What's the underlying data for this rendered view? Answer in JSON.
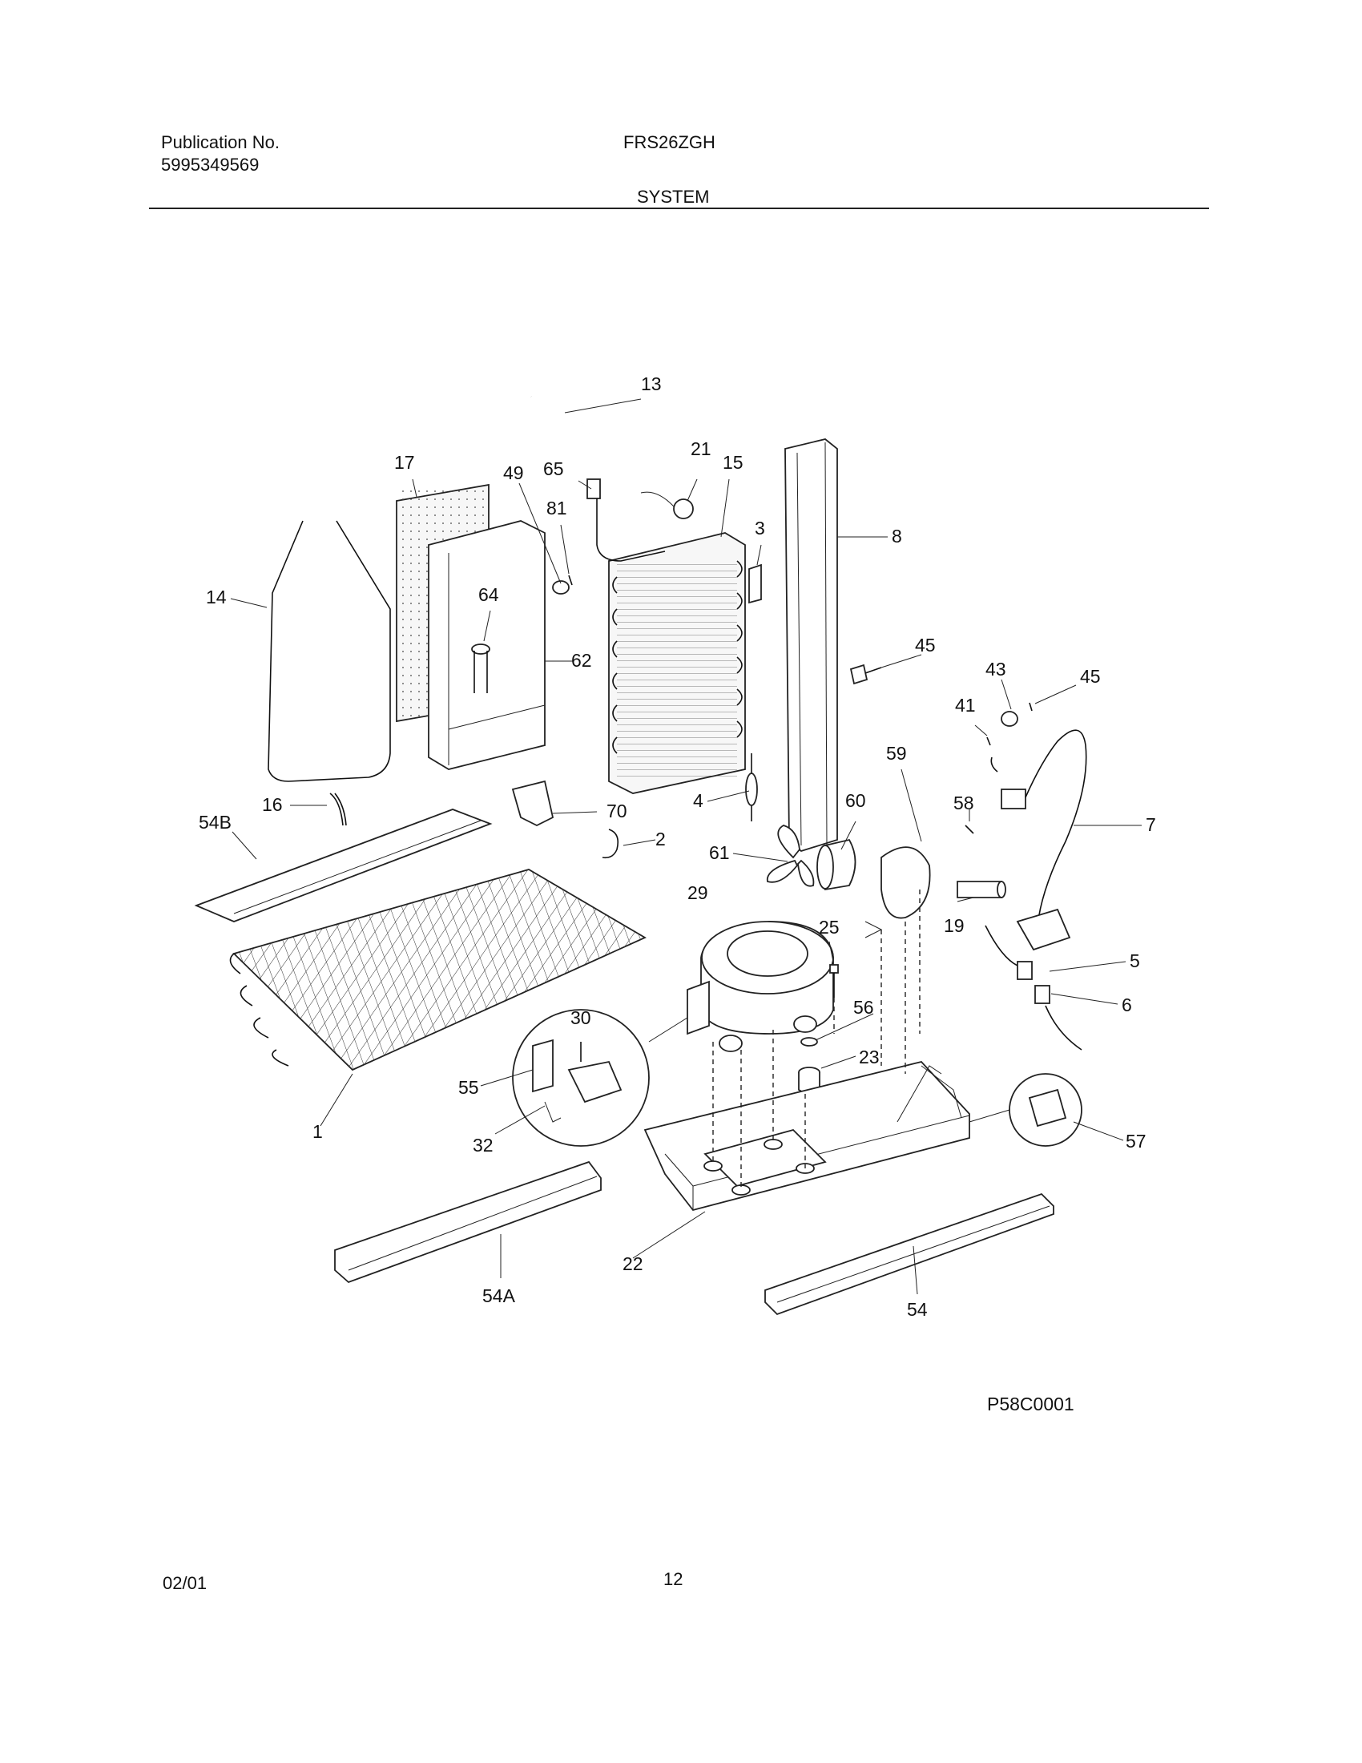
{
  "header": {
    "publication_label": "Publication No.",
    "publication_number": "5995349569",
    "model": "FRS26ZGH",
    "section": "SYSTEM"
  },
  "diagram": {
    "figure_code": "P58C0001",
    "callouts": [
      "13",
      "17",
      "49",
      "65",
      "21",
      "15",
      "81",
      "3",
      "8",
      "14",
      "64",
      "62",
      "45",
      "43",
      "45",
      "41",
      "59",
      "16",
      "70",
      "54B",
      "4",
      "60",
      "58",
      "7",
      "2",
      "61",
      "29",
      "19",
      "25",
      "5",
      "30",
      "56",
      "6",
      "23",
      "55",
      "1",
      "57",
      "32",
      "22",
      "54A",
      "54"
    ]
  },
  "footer": {
    "date": "02/01",
    "page": "12"
  }
}
